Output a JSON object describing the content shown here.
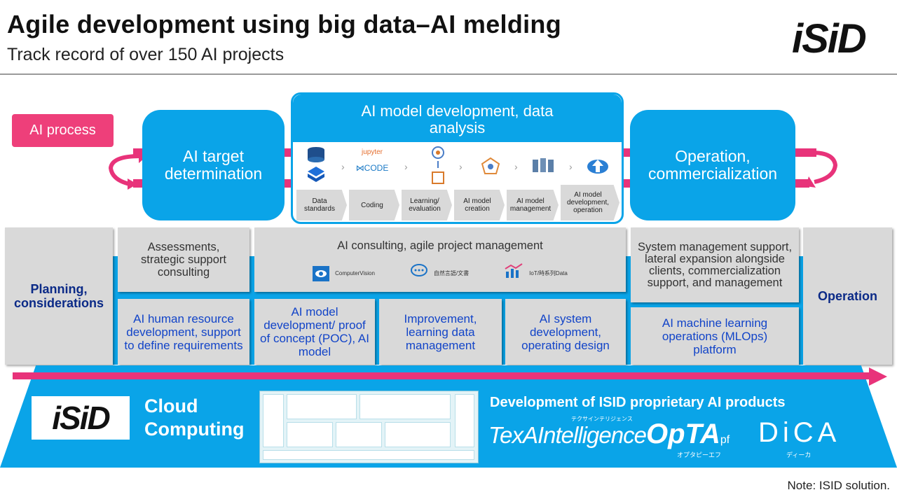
{
  "header": {
    "title": "Agile development using big data–AI melding",
    "subtitle": "Track record of over 150 AI projects",
    "logo": "iSiD"
  },
  "process": {
    "label": "AI process",
    "left_stage": "AI target determination",
    "center_stage": "AI model development, data analysis",
    "right_stage": "Operation, commercialization",
    "center_logos": {
      "jupyter": "jupyter",
      "vscode": "CODE"
    },
    "steps": [
      "Data standards",
      "Coding",
      "Learning/ evaluation",
      "AI model creation",
      "AI model management",
      "AI model development, operation"
    ]
  },
  "grid": {
    "planning": "Planning, considerations",
    "operation": "Operation",
    "assessments": "Assessments, strategic support consulting",
    "consulting": "AI consulting, agile project management",
    "consulting_items": [
      "ComputerVision",
      "自然言語/文書",
      "IoT/時系列Data"
    ],
    "system_mgmt": "System management support, lateral expansion alongside clients, commercialization support, and management",
    "hr": "AI human resource development, support to define requirements",
    "poc": "AI model development/ proof of concept (POC), AI model",
    "improvement": "Improvement, learning data management",
    "sysdev": "AI system development, operating design",
    "mlops": "AI machine learning operations (MLOps) platform"
  },
  "bottom": {
    "logo": "iSiD",
    "cloud": [
      "Cloud",
      "Computing"
    ],
    "products_heading": "Development of ISID proprietary AI products",
    "products": {
      "texintelligence": "TexAIntelligence",
      "texintelligence_kana": "テクサインテリジェンス",
      "opta": "OpTA",
      "opta_suffix": "pf",
      "opta_kana": "オプタピーエフ",
      "dica": "DiCA",
      "dica_kana": "ディーカ"
    }
  },
  "note": "Note: ISID solution.",
  "colors": {
    "accent_blue": "#0aa4e8",
    "pink": "#ee3f7a",
    "navy": "#0b2a87",
    "text_blue": "#1244c8",
    "grey": "#d9d9d9"
  }
}
